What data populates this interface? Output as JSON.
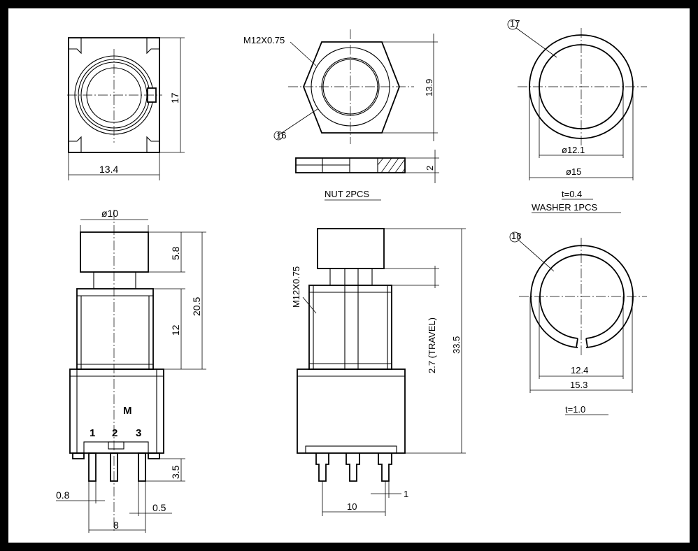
{
  "top_left": {
    "width": "13.4",
    "height": "17"
  },
  "nut": {
    "thread": "M12X0.75",
    "height": "13.9",
    "thickness": "2",
    "part": "16",
    "caption": "NUT 2PCS"
  },
  "washer1": {
    "part": "17",
    "inner": "ø12.1",
    "outer": "ø15",
    "thickness": "t=0.4",
    "caption": "WASHER 1PCS"
  },
  "washer2": {
    "part": "18",
    "inner": "12.4",
    "outer": "15.3",
    "thickness": "t=1.0"
  },
  "side": {
    "cap_dia": "ø10",
    "cap_h": "5.8",
    "total": "20.5",
    "body_h": "12",
    "mark": "M",
    "pins": [
      "1",
      "2",
      "3"
    ],
    "pin_len": "3.5",
    "pin_w": "0.8",
    "pin_t": "0.5",
    "pitch": "8"
  },
  "front": {
    "thread": "M12X0.75",
    "travel": "2.7 (TRAVEL)",
    "height": "33.5",
    "pitch": "10",
    "pin": "1"
  }
}
